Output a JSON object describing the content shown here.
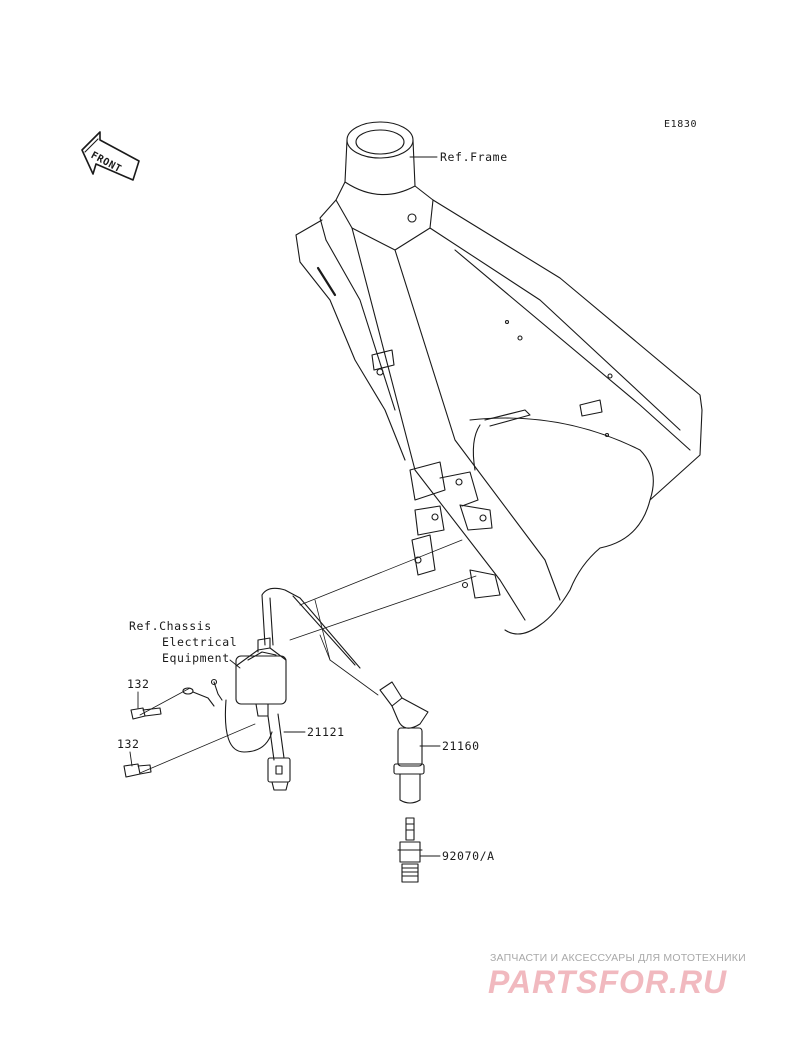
{
  "diagram_code": "E1830",
  "front_label": "FRONT",
  "labels": {
    "ref_frame": "Ref.Frame",
    "ref_chassis_line1": "Ref.Chassis",
    "ref_chassis_line2": "Electrical",
    "ref_chassis_line3": "Equipment",
    "part_132_a": "132",
    "part_132_b": "132",
    "part_21121": "21121",
    "part_21160": "21160",
    "part_92070": "92070/A"
  },
  "watermark": {
    "caption": "ЗАПЧАСТИ И АКСЕССУАРЫ ДЛЯ МОТОТЕХНИКИ",
    "logo": "PARTSFOR.RU"
  },
  "colors": {
    "line": "#1a1a1a",
    "watermark_caption": "#a8a8a8",
    "watermark_logo": "#f1b9bf"
  }
}
